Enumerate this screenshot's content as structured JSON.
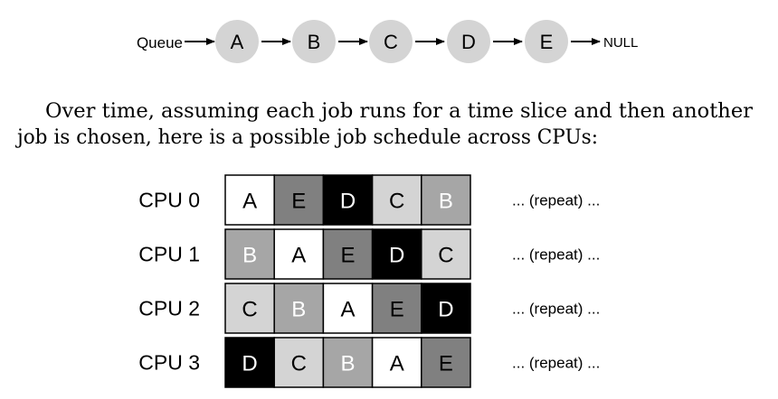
{
  "queue": {
    "label": "Queue",
    "nodes": [
      "A",
      "B",
      "C",
      "D",
      "E"
    ],
    "terminator": "NULL"
  },
  "text": {
    "line1": "Over time, assuming each job runs for a time slice and then another",
    "line2": "job is chosen, here is a possible job schedule across CPUs:"
  },
  "schedule": {
    "cpus": [
      {
        "label": "CPU 0",
        "slots": [
          "A",
          "E",
          "D",
          "C",
          "B"
        ],
        "suffix": "... (repeat) ..."
      },
      {
        "label": "CPU 1",
        "slots": [
          "B",
          "A",
          "E",
          "D",
          "C"
        ],
        "suffix": "... (repeat) ..."
      },
      {
        "label": "CPU 2",
        "slots": [
          "C",
          "B",
          "A",
          "E",
          "D"
        ],
        "suffix": "... (repeat) ..."
      },
      {
        "label": "CPU 3",
        "slots": [
          "D",
          "C",
          "B",
          "A",
          "E"
        ],
        "suffix": "... (repeat) ..."
      }
    ]
  },
  "colors": {
    "node_fill": "#d4d4d4",
    "job_fill": {
      "A": "#ffffff",
      "B": "#a6a6a6",
      "C": "#d4d4d4",
      "D": "#000000",
      "E": "#808080"
    },
    "job_text": {
      "A": "#000000",
      "B": "#ffffff",
      "C": "#000000",
      "D": "#ffffff",
      "E": "#000000"
    }
  }
}
